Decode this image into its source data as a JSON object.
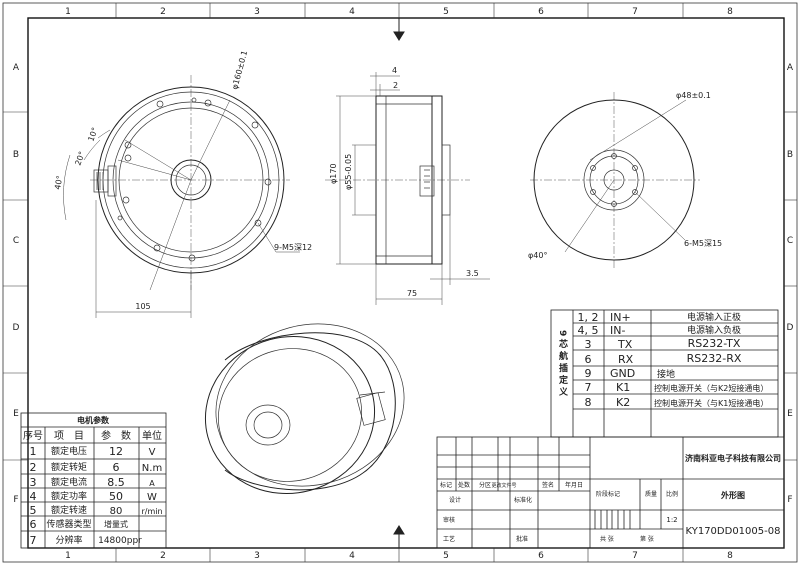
{
  "frame": {
    "cols": [
      "1",
      "2",
      "3",
      "4",
      "5",
      "6",
      "7",
      "8"
    ],
    "rows": [
      "A",
      "B",
      "C",
      "D",
      "E",
      "F"
    ]
  },
  "dimensions": {
    "dia160": "φ160±0.1",
    "angle10": "10°",
    "angle20": "20°",
    "angle40": "40°",
    "holes_front": "9-M5深12",
    "width105": "105",
    "dim4": "4",
    "dim2": "2",
    "dia170": "φ170",
    "dia55": "φ55-0.05",
    "dim3_5": "3.5",
    "dim75": "75",
    "dia48": "φ48±0.1",
    "holes_rear": "6-M5深15",
    "angle40_rear": "φ40°"
  },
  "pin_table": {
    "side_label": "9芯航插定义",
    "rows": [
      {
        "pin": "1, 2",
        "sig": "IN+",
        "desc": "电源输入正极"
      },
      {
        "pin": "4, 5",
        "sig": "IN-",
        "desc": "电源输入负极"
      },
      {
        "pin": "3",
        "sig": "TX",
        "desc": "RS232-TX"
      },
      {
        "pin": "6",
        "sig": "RX",
        "desc": "RS232-RX"
      },
      {
        "pin": "9",
        "sig": "GND",
        "desc": "接地"
      },
      {
        "pin": "7",
        "sig": "K1",
        "desc": "控制电源开关（与K2短接通电）"
      },
      {
        "pin": "8",
        "sig": "K2",
        "desc": "控制电源开关（与K1短接通电）"
      }
    ]
  },
  "param_table": {
    "title": "电机参数",
    "headers": [
      "序号",
      "项　目",
      "参　数",
      "单位"
    ],
    "rows": [
      {
        "no": "1",
        "item": "额定电压",
        "value": "12",
        "unit": "V"
      },
      {
        "no": "2",
        "item": "额定转矩",
        "value": "6",
        "unit": "N.m"
      },
      {
        "no": "3",
        "item": "额定电流",
        "value": "8.5",
        "unit": "A"
      },
      {
        "no": "4",
        "item": "额定功率",
        "value": "50",
        "unit": "W"
      },
      {
        "no": "5",
        "item": "额定转速",
        "value": "80",
        "unit": "r/min"
      },
      {
        "no": "6",
        "item": "传感器类型",
        "value": "增量式",
        "unit": ""
      },
      {
        "no": "7",
        "item": "分辨率",
        "value": "14800ppr",
        "unit": ""
      }
    ]
  },
  "title_block": {
    "company": "济南科亚电子科技有限公司",
    "drawing_name": "外形图",
    "drawing_no": "KY170DD01005-08",
    "scale_label": "比例",
    "scale": "1:2",
    "stage_label": "阶段标记",
    "weight_label": "质量",
    "rev_labels": [
      "标记",
      "处数",
      "分区",
      "更改文件号",
      "签名",
      "年月日"
    ],
    "role_labels": [
      "设计",
      "审核",
      "工艺"
    ],
    "std_label": "标准化",
    "approve_label": "批准",
    "sheets_label": "共 张",
    "sheet_label": "第 张"
  }
}
